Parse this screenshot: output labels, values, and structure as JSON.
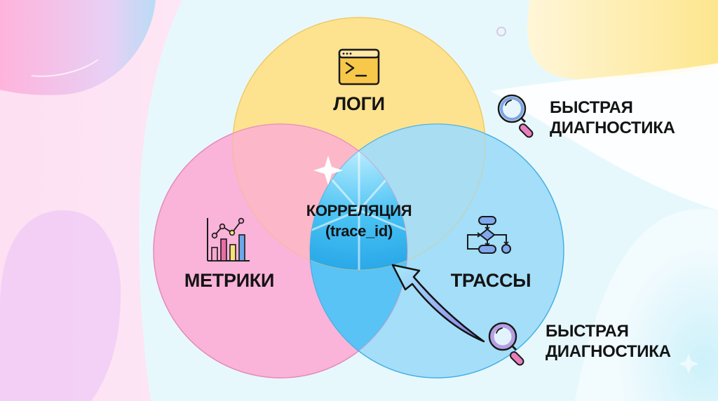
{
  "diagram": {
    "type": "venn",
    "sets": [
      {
        "id": "logs",
        "label": "ЛОГИ",
        "icon": "terminal-window-icon",
        "color": "#fbe08c"
      },
      {
        "id": "metrics",
        "label": "МЕТРИКИ",
        "icon": "bar-line-chart-icon",
        "color": "#fbaed6"
      },
      {
        "id": "traces",
        "label": "ТРАССЫ",
        "icon": "flowchart-icon",
        "color": "#9fdcf8"
      }
    ],
    "intersection": {
      "title": "КОРРЕЛЯЦИЯ",
      "subtitle": "(trace_id)",
      "color": "#4cc0f5"
    },
    "callouts": [
      {
        "line1": "БЫСТРАЯ",
        "line2": "ДИАГНОСТИКА",
        "icon": "magnifier-icon"
      },
      {
        "line1": "БЫСТРАЯ",
        "line2": "ДИАГНОСТИКА",
        "icon": "magnifier-icon"
      }
    ]
  }
}
